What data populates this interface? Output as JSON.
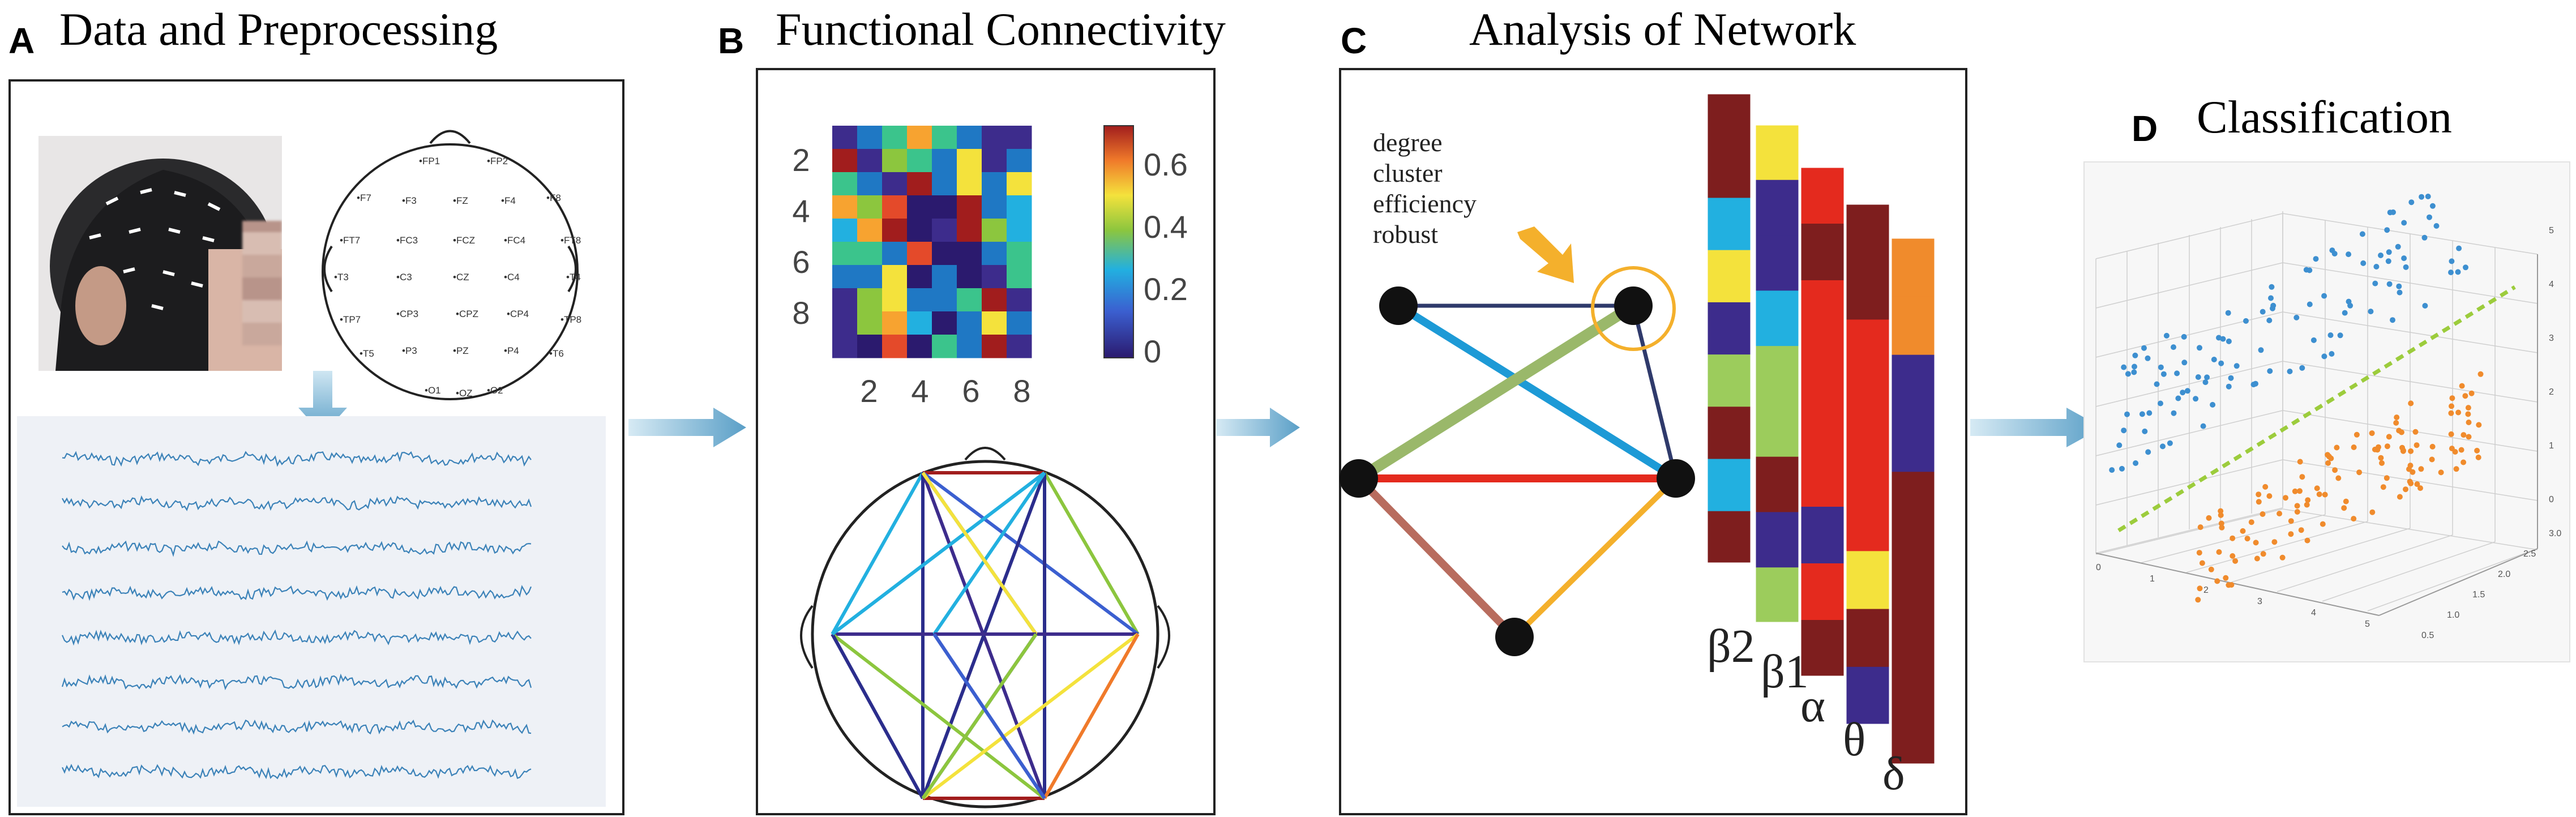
{
  "panels": {
    "a": {
      "letter": "A",
      "title": "Data and Preprocessing"
    },
    "b": {
      "letter": "B",
      "title": "Functional Connectivity"
    },
    "c": {
      "letter": "C",
      "title": "Analysis of Network"
    },
    "d": {
      "letter": "D",
      "title": "Classification"
    }
  },
  "electrodes": [
    "FP1",
    "FP2",
    "F7",
    "F3",
    "FZ",
    "F4",
    "F8",
    "FT7",
    "FC3",
    "FCZ",
    "FC4",
    "FT8",
    "T3",
    "C3",
    "CZ",
    "C4",
    "T4",
    "TP7",
    "CP3",
    "CPZ",
    "CP4",
    "TP8",
    "T5",
    "P3",
    "PZ",
    "P4",
    "T6",
    "O1",
    "OZ",
    "O2"
  ],
  "matrix": {
    "y_ticks": [
      "2",
      "4",
      "6",
      "8"
    ],
    "x_ticks": [
      "2",
      "4",
      "6",
      "8"
    ],
    "colorbar_ticks": [
      "0.6",
      "0.4",
      "0.2",
      "0"
    ]
  },
  "network": {
    "metrics": [
      "degree",
      "cluster",
      "efficiency",
      "robust"
    ],
    "bands": [
      "β2",
      "β1",
      "α",
      "θ",
      "δ"
    ]
  },
  "scatter": {
    "x_ticks": [
      "0",
      "1",
      "2",
      "3",
      "4",
      "5"
    ],
    "z_ticks": [
      "0",
      "1",
      "2",
      "3",
      "4",
      "5"
    ],
    "depth_ticks": [
      "3.0",
      "2.5",
      "2.0",
      "1.5",
      "1.0",
      "0.5"
    ]
  },
  "colors": {
    "arrow": "#6aaecf",
    "heat": [
      "#2b1a6e",
      "#3d2c8c",
      "#1f78c4",
      "#22b0e0",
      "#3bc48c",
      "#8cc63e",
      "#f4e23c",
      "#f7a330",
      "#e44a2a",
      "#a11d1d",
      "#7e1e1e"
    ],
    "eeg": "#3b82b8",
    "scatter_blue": "#3d8fd0",
    "scatter_orange": "#f08b2c",
    "divider": "#9ccc3c"
  }
}
